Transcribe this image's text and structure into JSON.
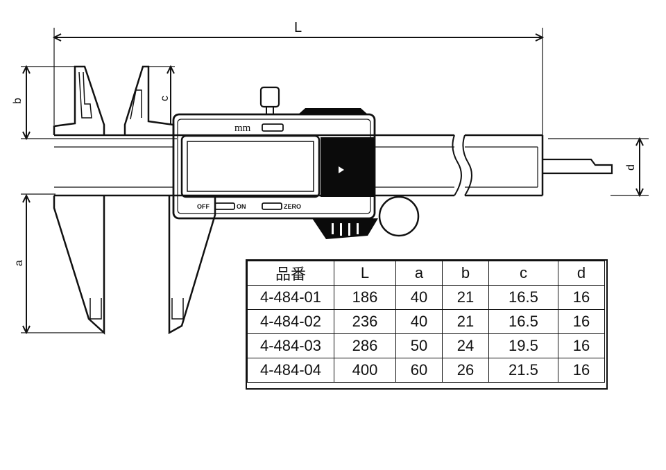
{
  "dimension_labels": {
    "L": "L",
    "a": "a",
    "b": "b",
    "c": "c",
    "d": "d"
  },
  "unit_button": "mm",
  "off_label": "OFF",
  "on_label": "ON",
  "zero_label": "ZERO",
  "table": {
    "headers": [
      "品番",
      "L",
      "a",
      "b",
      "c",
      "d"
    ],
    "rows": [
      [
        "4-484-01",
        "186",
        "40",
        "21",
        "16.5",
        "16"
      ],
      [
        "4-484-02",
        "236",
        "40",
        "21",
        "16.5",
        "16"
      ],
      [
        "4-484-03",
        "286",
        "50",
        "24",
        "19.5",
        "16"
      ],
      [
        "4-484-04",
        "400",
        "60",
        "26",
        "21.5",
        "16"
      ]
    ]
  }
}
